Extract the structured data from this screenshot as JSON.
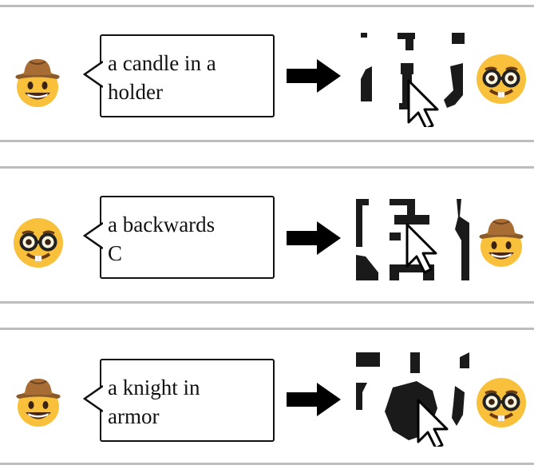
{
  "panels": [
    {
      "speaker": "cowboy",
      "listener": "nerd",
      "speaker_icon": "cowboy-face-icon",
      "listener_icon": "nerd-face-icon",
      "prompt": "a candle in a\nholder"
    },
    {
      "speaker": "nerd",
      "listener": "cowboy",
      "speaker_icon": "nerd-face-icon",
      "listener_icon": "cowboy-face-icon",
      "prompt": "a backwards\nC"
    },
    {
      "speaker": "cowboy",
      "listener": "nerd",
      "speaker_icon": "cowboy-face-icon",
      "listener_icon": "nerd-face-icon",
      "prompt": "a knight in\narmor"
    }
  ],
  "colors": {
    "divider": "#bdbdbd",
    "ink": "#111111",
    "emoji_face": "#f9c13b",
    "hat": "#8a5a2b"
  }
}
